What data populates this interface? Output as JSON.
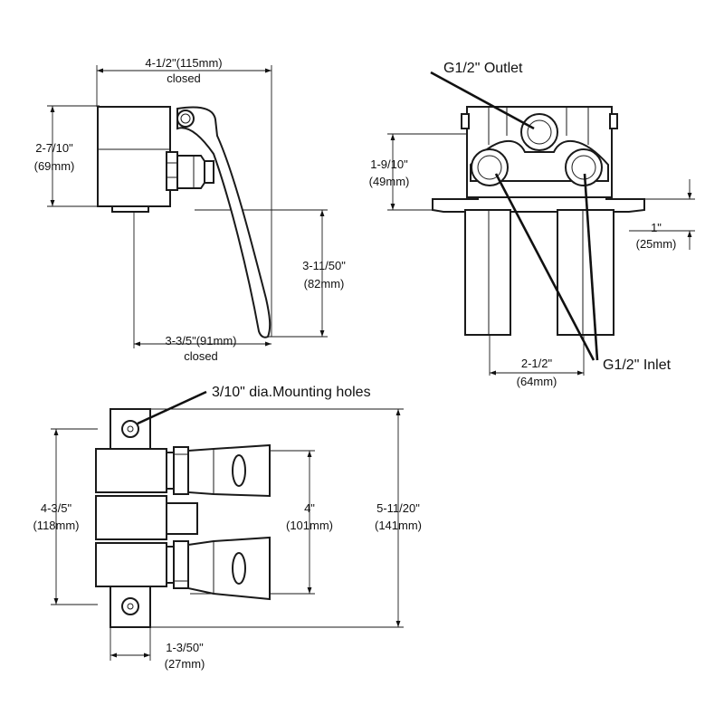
{
  "side_view": {
    "width_closed": "4-1/2\"(115mm)",
    "width_closed_note": "closed",
    "height_in": "2-7/10\"",
    "height_mm": "(69mm)",
    "lever_drop_in": "3-11/50\"",
    "lever_drop_mm": "(82mm)",
    "lever_reach": "3-3/5\"(91mm)",
    "lever_reach_note": "closed"
  },
  "front_view": {
    "outlet_label": "G1/2\" Outlet",
    "inlet_label": "G1/2\" Inlet",
    "outlet_height_in": "1-9/10\"",
    "outlet_height_mm": "(49mm)",
    "flange_height_in": "1\"",
    "flange_height_mm": "(25mm)",
    "inlet_spacing_in": "2-1/2\"",
    "inlet_spacing_mm": "(64mm)"
  },
  "top_view": {
    "mounting_holes_label": "3/10\" dia.Mounting holes",
    "body_length_in": "4-3/5\"",
    "body_length_mm": "(118mm)",
    "lever_span_in": "4\"",
    "lever_span_mm": "(101mm)",
    "overall_length_in": "5-11/20\"",
    "overall_length_mm": "(141mm)",
    "base_width_in": "1-3/50\"",
    "base_width_mm": "(27mm)"
  }
}
